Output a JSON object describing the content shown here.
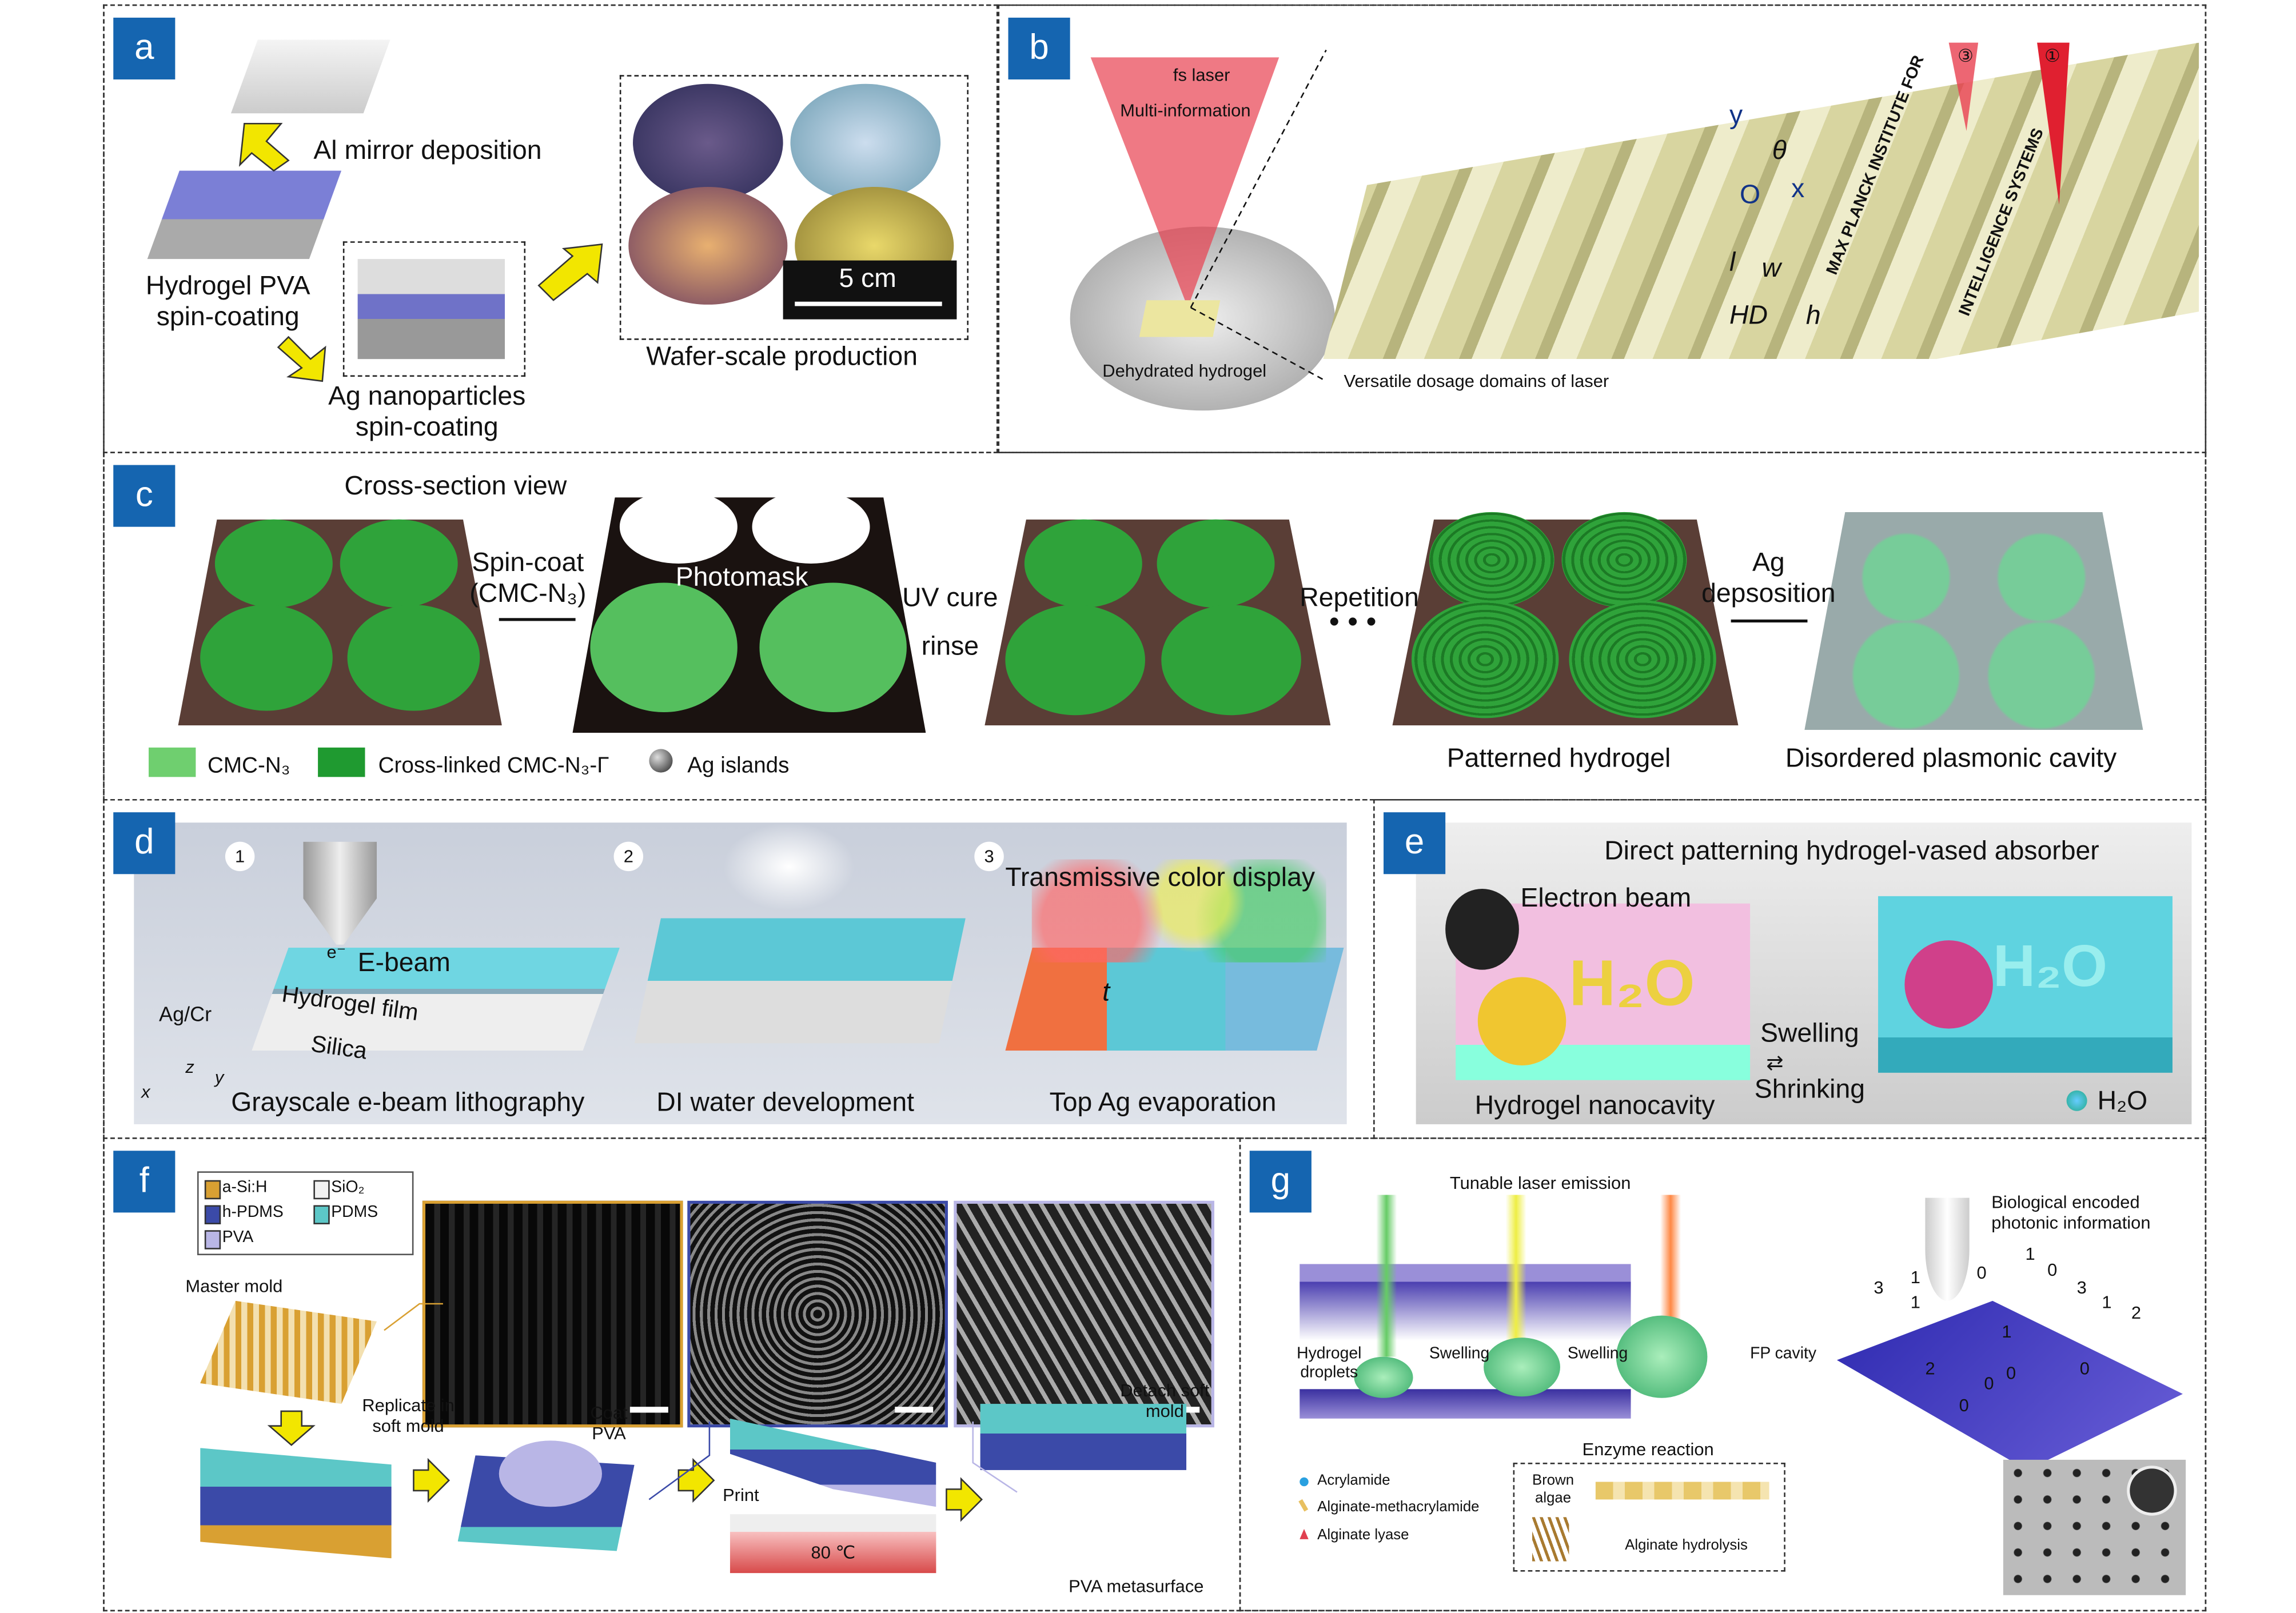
{
  "panels": {
    "a": {
      "label": "a",
      "al_mirror": "Al mirror deposition",
      "hydrogel_pva_1": "Hydrogel PVA",
      "hydrogel_pva_2": "spin-coating",
      "ag_np_1": "Ag nanoparticles",
      "ag_np_2": "spin-coating",
      "wafer": "Wafer-scale production",
      "scale": "5 cm"
    },
    "b": {
      "label": "b",
      "fs_laser": "fs laser",
      "multi_info": "Multi-information",
      "dehydrated": "Dehydrated hydrogel",
      "versatile": "Versatile dosage domains of laser",
      "axis_y": "y",
      "axis_x": "x",
      "origin": "O",
      "theta": "θ",
      "l": "l",
      "w": "w",
      "hd": "HD",
      "h": "h",
      "engraving_1": "MAX PLANCK INSTITUTE FOR",
      "engraving_2": "INTELLIGENCE SYSTEMS",
      "marker_3": "③",
      "marker_1": "①"
    },
    "c": {
      "label": "c",
      "cross_section": "Cross-section view",
      "spin_coat_1": "Spin-coat",
      "spin_coat_2": "(CMC-N₃)",
      "photomask": "Photomask",
      "uv_cure": "UV cure",
      "rinse": "rinse",
      "repetition": "Repetition",
      "ellipsis": "• • •",
      "ag_1": "Ag",
      "ag_2": "depsosition",
      "patterned": "Patterned hydrogel",
      "disordered": "Disordered plasmonic cavity",
      "legend": [
        "CMC-N₃",
        "Cross-linked CMC-N₃-Γ",
        "Ag islands"
      ]
    },
    "d": {
      "label": "d",
      "step1": "1",
      "step2": "2",
      "step3": "3",
      "ebeam": "E-beam",
      "electron": "e⁻",
      "agcr": "Ag/Cr",
      "hydrogel_film": "Hydrogel film",
      "silica": "Silica",
      "ax_x": "x",
      "ax_y": "y",
      "ax_z": "z",
      "t": "t",
      "transmissive": "Transmissive color display",
      "cap1": "Grayscale e-beam lithography",
      "cap2": "DI water development",
      "cap3": "Top Ag evaporation"
    },
    "e": {
      "label": "e",
      "title": "Direct patterning hydrogel-vased absorber",
      "electron_beam": "Electron beam",
      "h2o_big": "H₂O",
      "h2o_right": "H₂O",
      "swelling": "Swelling",
      "shrinking": "Shrinking",
      "nanocavity": "Hydrogel nanocavity",
      "h2o_legend": "H₂O"
    },
    "f": {
      "label": "f",
      "legend": [
        "a-Si:H",
        "SiO₂",
        "h-PDMS",
        "PDMS",
        "PVA"
      ],
      "legend_colors": [
        "#d9a032",
        "#f2f2f2",
        "#3b4aa8",
        "#5cc7c7",
        "#b9b6e6"
      ],
      "master_mold": "Master mold",
      "replicate_1": "Replicate in",
      "replicate_2": "soft mold",
      "coat_1": "Coat",
      "coat_2": "PVA",
      "print": "Print",
      "temp": "80 ℃",
      "detach_1": "Detach soft",
      "detach_2": "mold",
      "pva_meta": "PVA metasurface"
    },
    "g": {
      "label": "g",
      "tunable": "Tunable laser emission",
      "droplets_1": "Hydrogel",
      "droplets_2": "droplets",
      "swelling_1": "Swelling",
      "swelling_2": "Swelling",
      "fp": "FP cavity",
      "bio_1": "Biological encoded",
      "bio_2": "photonic information",
      "enzyme": "Enzyme reaction",
      "legend": [
        "Acrylamide",
        "Alginate-methacrylamide",
        "Alginate lyase"
      ],
      "brown_1": "Brown",
      "brown_2": "algae",
      "hydrolysis": "Alginate hydrolysis",
      "digits": [
        "3",
        "1",
        "0",
        "1",
        "0",
        "3",
        "1",
        "2",
        "1",
        "1",
        "2",
        "0",
        "0",
        "0",
        "0"
      ]
    }
  },
  "colors": {
    "label_bg": "#1565b0",
    "hydrogel_green": "#2fa33a",
    "arrow_yellow": "#f2e600"
  }
}
